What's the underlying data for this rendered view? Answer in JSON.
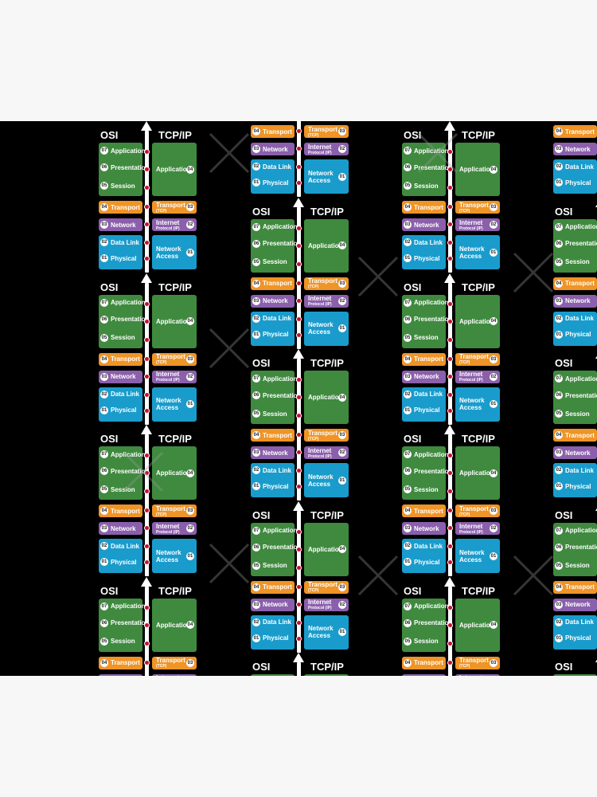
{
  "headers": {
    "osi": "OSI",
    "tcp": "TCP/IP"
  },
  "osi_layers": [
    {
      "num": "07",
      "name": "Application",
      "color": "#3f8a3f"
    },
    {
      "num": "06",
      "name": "Presentation",
      "color": "#3f8a3f"
    },
    {
      "num": "05",
      "name": "Session",
      "color": "#3f8a3f"
    },
    {
      "num": "04",
      "name": "Transport",
      "color": "#ef9426"
    },
    {
      "num": "03",
      "name": "Network",
      "color": "#8b5fac"
    },
    {
      "num": "02",
      "name": "Data Link",
      "color": "#199ccc"
    },
    {
      "num": "01",
      "name": "Physical",
      "color": "#199ccc"
    }
  ],
  "tcp_layers": [
    {
      "num": "04",
      "name": "Application",
      "sub": "",
      "color": "#3f8a3f"
    },
    {
      "num": "03",
      "name": "Transport",
      "sub": "(TCP)",
      "color": "#ef9426"
    },
    {
      "num": "02",
      "name": "Internet",
      "sub": "Protocol (IP)",
      "color": "#8b5fac"
    },
    {
      "num": "01",
      "name": "Network",
      "name2": "Access",
      "sub": "",
      "color": "#199ccc"
    }
  ]
}
